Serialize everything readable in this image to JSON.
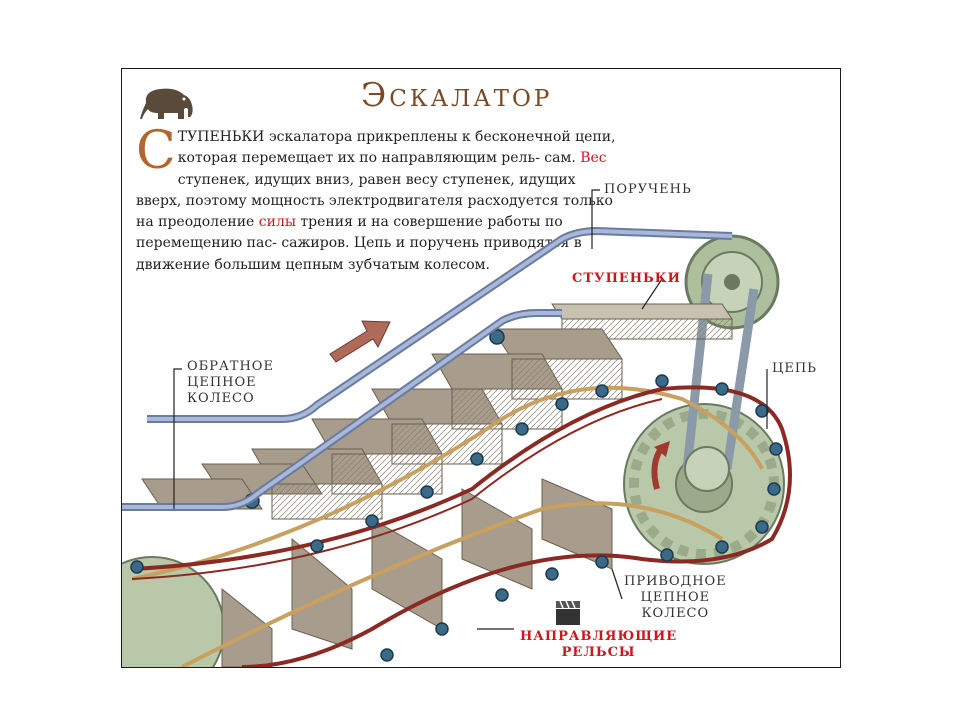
{
  "title": "Эскалатор",
  "intro": {
    "drop_cap": "С",
    "part1": "ТУПЕНЬКИ эскалатора прикреплены к бесконечной цепи, которая перемещает их по направляющим рель- сам. ",
    "highlight1": "Вес",
    "part2": " ступенек, идущих вниз, равен весу ступенек, идущих вверх, поэтому мощность электродвигателя расходуется только на преодоление ",
    "highlight2": "силы",
    "part3": " трения и на совершение работы по перемещению пас- сажиров. Цепь и поручень приводятся в движение большим цепным зубчатым колесом."
  },
  "labels": {
    "handrail": "ПОРУЧЕНЬ",
    "steps": "СТУПЕНЬКИ",
    "chain": "ЦЕПЬ",
    "return_sprocket": [
      "ОБРАТНОЕ",
      "ЦЕПНОЕ",
      "КОЛЕСО"
    ],
    "drive_sprocket": [
      "ПРИВОДНОЕ",
      "ЦЕПНОЕ",
      "КОЛЕСО"
    ],
    "guide_rails": [
      "НАПРАВЛЯЮЩИЕ",
      "РЕЛЬСЫ"
    ]
  },
  "colors": {
    "title": "#7a4a24",
    "highlight": "#c8181e",
    "handrail": "#8090b8",
    "chain": "#8a2a22",
    "gear": "#b8c8a8",
    "step": "#a89c8c",
    "rail": "#c8a060"
  },
  "icons": [
    "elephant-icon",
    "film-clapper-icon",
    "up-arrow-icon",
    "rotation-arrow-icon"
  ]
}
